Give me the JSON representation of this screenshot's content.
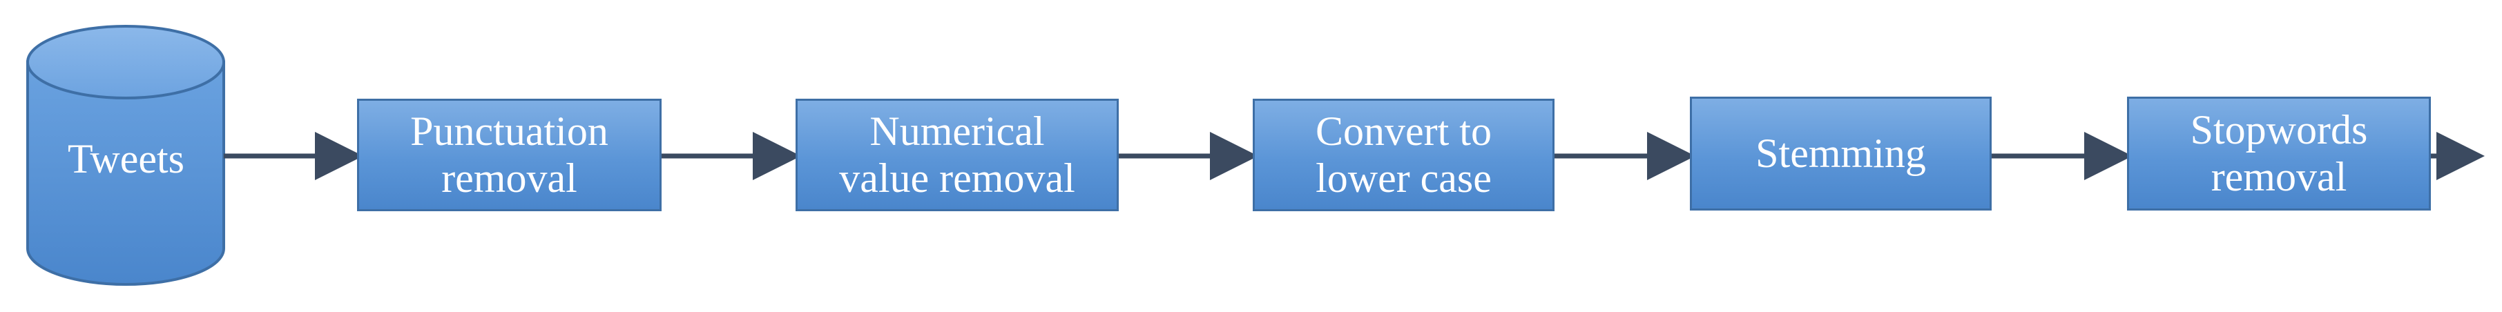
{
  "diagram": {
    "source": {
      "label": "Tweets"
    },
    "steps": [
      {
        "label": "Punctuation\nremoval"
      },
      {
        "label": "Numerical\nvalue removal"
      },
      {
        "label": "Convert to\nlower case"
      },
      {
        "label": "Stemming"
      },
      {
        "label": "Stopwords\nremoval"
      }
    ]
  },
  "colors": {
    "fill": "#5b95d7",
    "stroke": "#3e6fa6",
    "arrow": "#3b4a60",
    "text": "#ffffff"
  }
}
